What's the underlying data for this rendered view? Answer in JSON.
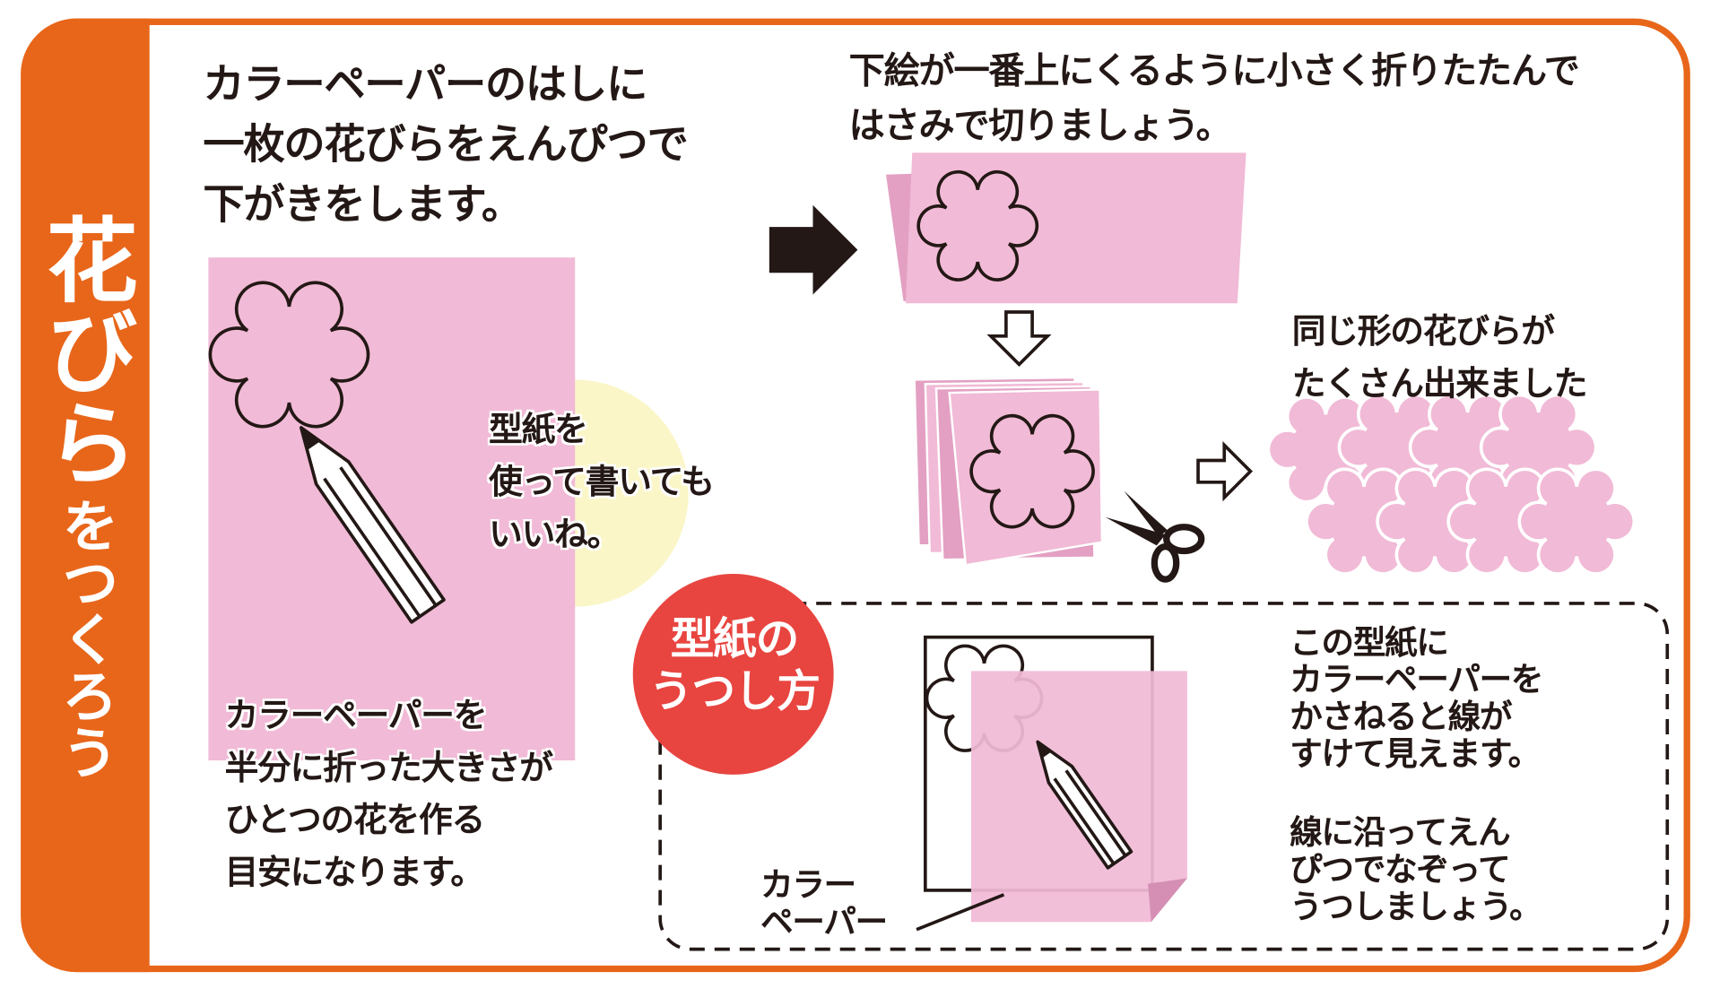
{
  "title": {
    "main": "花びら",
    "sub": "をつくろう"
  },
  "step1": {
    "text": "カラーペーパーのはしに\n一枚の花びらをえんぴつで\n下がきをします。"
  },
  "tip": {
    "text": "型紙を\n使って書いても\nいいね。"
  },
  "size_note": {
    "text": "カラーペーパーを\n半分に折った大きさが\nひとつの花を作る\n目安になります。"
  },
  "step2": {
    "text": "下絵が一番上にくるように小さく折りたたんで\nはさみで切りましょう。"
  },
  "result": {
    "text": "同じ形の花びらが\nたくさん出来ました"
  },
  "method": {
    "badge": "型紙の\nうつし方",
    "paper_label": "カラー\nペーパー",
    "text1": "この型紙に\nカラーペーパーを\nかさねると線が\nすけて見えます。",
    "text2": "線に沿ってえん\nぴつでなぞって\nうつしましょう。"
  },
  "colors": {
    "orange": "#E8661A",
    "pink": "#F1BAD6",
    "pink_dark": "#E3A0C3",
    "yellow": "#FAF6C8",
    "red": "#E84540",
    "ink": "#231815"
  }
}
